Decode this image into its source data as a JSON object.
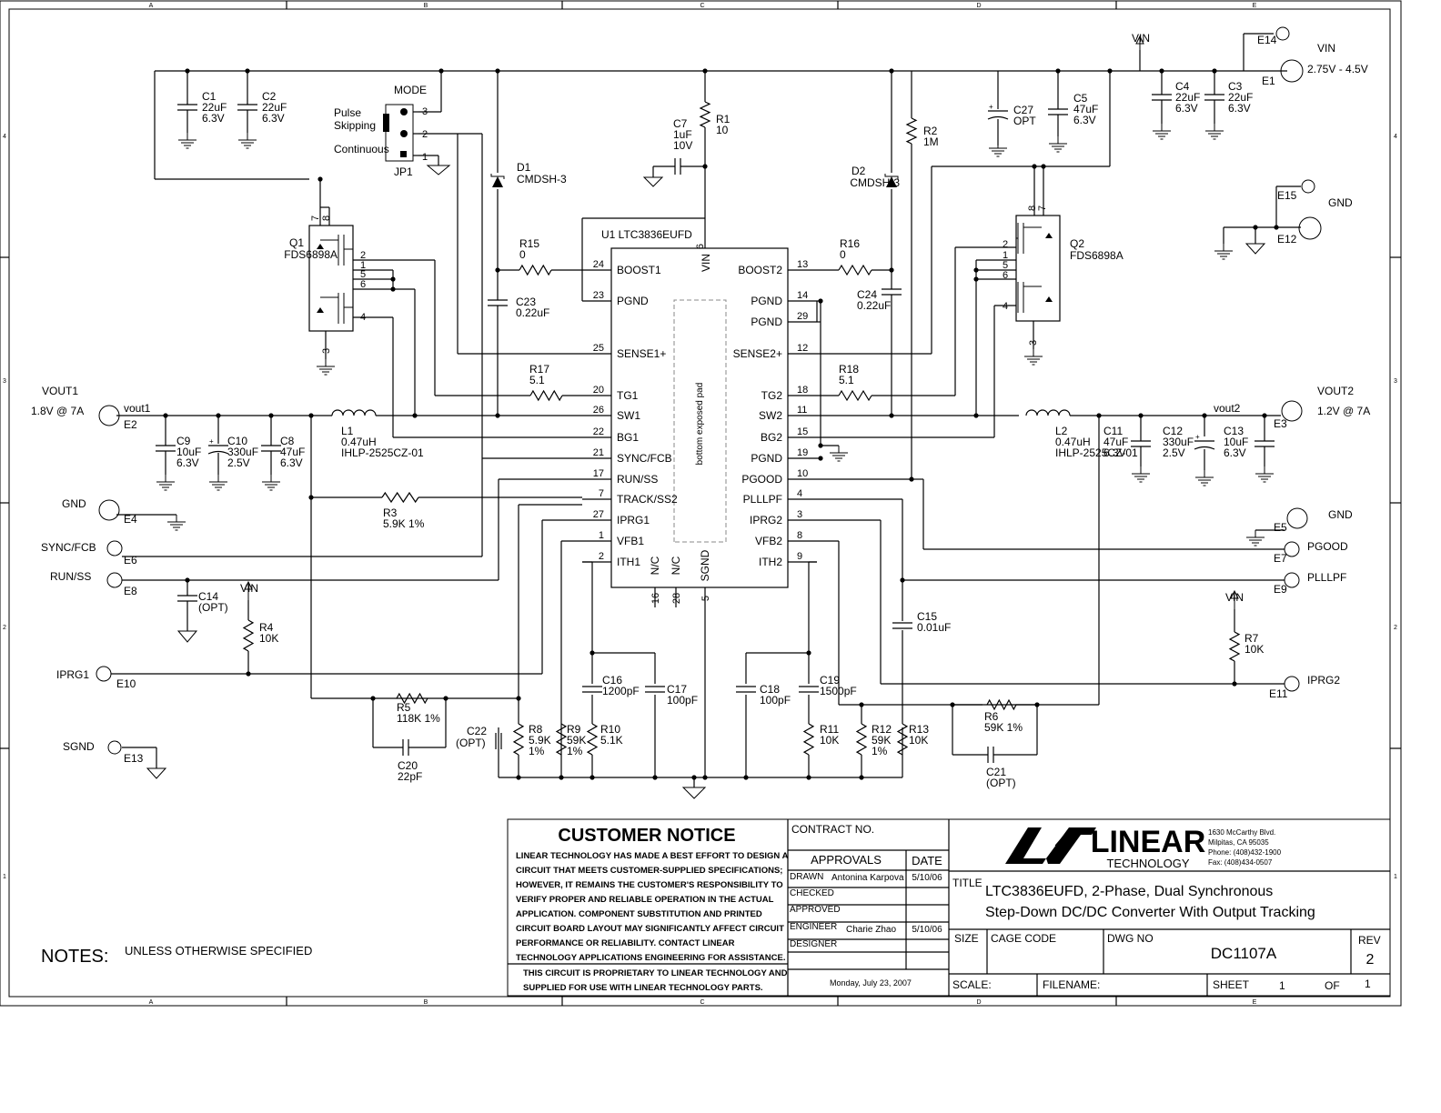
{
  "frame": {
    "cols": [
      "A",
      "B",
      "C",
      "D",
      "E"
    ],
    "rows": [
      "4",
      "3",
      "2",
      "1"
    ]
  },
  "ic": {
    "label": "U1  LTC3836EUFD",
    "exposed_pad": "bottom exposed pad",
    "left_pins": [
      {
        "num": "24",
        "name": "BOOST1"
      },
      {
        "num": "23",
        "name": "PGND"
      },
      {
        "num": "25",
        "name": "SENSE1+"
      },
      {
        "num": "20",
        "name": "TG1"
      },
      {
        "num": "26",
        "name": "SW1"
      },
      {
        "num": "22",
        "name": "BG1"
      },
      {
        "num": "21",
        "name": "SYNC/FCB"
      },
      {
        "num": "17",
        "name": "RUN/SS"
      },
      {
        "num": "7",
        "name": "TRACK/SS2"
      },
      {
        "num": "27",
        "name": "IPRG1"
      },
      {
        "num": "1",
        "name": "VFB1"
      },
      {
        "num": "2",
        "name": "ITH1"
      }
    ],
    "right_pins": [
      {
        "num": "13",
        "name": "BOOST2"
      },
      {
        "num": "14",
        "name": "PGND"
      },
      {
        "num": "29",
        "name": "PGND"
      },
      {
        "num": "12",
        "name": "SENSE2+"
      },
      {
        "num": "18",
        "name": "TG2"
      },
      {
        "num": "11",
        "name": "SW2"
      },
      {
        "num": "15",
        "name": "BG2"
      },
      {
        "num": "19",
        "name": "PGND"
      },
      {
        "num": "10",
        "name": "PGOOD"
      },
      {
        "num": "4",
        "name": "PLLLPF"
      },
      {
        "num": "3",
        "name": "IPRG2"
      },
      {
        "num": "8",
        "name": "VFB2"
      },
      {
        "num": "9",
        "name": "ITH2"
      }
    ],
    "top_pin": {
      "num": "6",
      "name": "VIN"
    },
    "bottom_pins": [
      {
        "num": "16",
        "name": "N/C"
      },
      {
        "num": "28",
        "name": "N/C"
      },
      {
        "num": "5",
        "name": "SGND"
      }
    ]
  },
  "components": [
    {
      "ref": "C1",
      "v1": "22uF",
      "v2": "6.3V"
    },
    {
      "ref": "C2",
      "v1": "22uF",
      "v2": "6.3V"
    },
    {
      "ref": "C7",
      "v1": "1uF",
      "v2": "10V"
    },
    {
      "ref": "R1",
      "v1": "10",
      "v2": ""
    },
    {
      "ref": "R2",
      "v1": "1M",
      "v2": ""
    },
    {
      "ref": "C27",
      "v1": "OPT",
      "v2": ""
    },
    {
      "ref": "C5",
      "v1": "47uF",
      "v2": "6.3V"
    },
    {
      "ref": "C4",
      "v1": "22uF",
      "v2": "6.3V"
    },
    {
      "ref": "C3",
      "v1": "22uF",
      "v2": "6.3V"
    },
    {
      "ref": "D1",
      "v1": "CMDSH-3",
      "v2": ""
    },
    {
      "ref": "D2",
      "v1": "CMDSH-3",
      "v2": ""
    },
    {
      "ref": "Q1",
      "v1": "FDS6898A",
      "v2": ""
    },
    {
      "ref": "Q2",
      "v1": "FDS6898A",
      "v2": ""
    },
    {
      "ref": "R15",
      "v1": "0",
      "v2": ""
    },
    {
      "ref": "R16",
      "v1": "0",
      "v2": ""
    },
    {
      "ref": "C23",
      "v1": "0.22uF",
      "v2": ""
    },
    {
      "ref": "C24",
      "v1": "0.22uF",
      "v2": ""
    },
    {
      "ref": "R17",
      "v1": "5.1",
      "v2": ""
    },
    {
      "ref": "R18",
      "v1": "5.1",
      "v2": ""
    },
    {
      "ref": "L1",
      "v1": "0.47uH",
      "v2": "IHLP-2525CZ-01"
    },
    {
      "ref": "L2",
      "v1": "0.47uH",
      "v2": "IHLP-2525CZ-01"
    },
    {
      "ref": "C9",
      "v1": "10uF",
      "v2": "6.3V"
    },
    {
      "ref": "C10",
      "v1": "330uF",
      "v2": "2.5V"
    },
    {
      "ref": "C8",
      "v1": "47uF",
      "v2": "6.3V"
    },
    {
      "ref": "C11",
      "v1": "47uF",
      "v2": "6.3V"
    },
    {
      "ref": "C12",
      "v1": "330uF",
      "v2": "2.5V"
    },
    {
      "ref": "C13",
      "v1": "10uF",
      "v2": "6.3V"
    },
    {
      "ref": "R3",
      "v1": "5.9K 1%",
      "v2": ""
    },
    {
      "ref": "C14",
      "v1": "(OPT)",
      "v2": ""
    },
    {
      "ref": "R4",
      "v1": "10K",
      "v2": ""
    },
    {
      "ref": "R5",
      "v1": "118K  1%",
      "v2": ""
    },
    {
      "ref": "C20",
      "v1": "22pF",
      "v2": ""
    },
    {
      "ref": "C22",
      "v1": "(OPT)",
      "v2": ""
    },
    {
      "ref": "R8",
      "v1": "5.9K",
      "v2": "1%"
    },
    {
      "ref": "R9",
      "v1": "59K",
      "v2": "1%"
    },
    {
      "ref": "R10",
      "v1": "5.1K",
      "v2": ""
    },
    {
      "ref": "C16",
      "v1": "1200pF",
      "v2": ""
    },
    {
      "ref": "C17",
      "v1": "100pF",
      "v2": ""
    },
    {
      "ref": "C18",
      "v1": "100pF",
      "v2": ""
    },
    {
      "ref": "C19",
      "v1": "1500pF",
      "v2": ""
    },
    {
      "ref": "R11",
      "v1": "10K",
      "v2": ""
    },
    {
      "ref": "R12",
      "v1": "59K",
      "v2": "1%"
    },
    {
      "ref": "R13",
      "v1": "10K",
      "v2": ""
    },
    {
      "ref": "C15",
      "v1": "0.01uF",
      "v2": ""
    },
    {
      "ref": "R6",
      "v1": "59K  1%",
      "v2": ""
    },
    {
      "ref": "C21",
      "v1": "(OPT)",
      "v2": ""
    },
    {
      "ref": "R7",
      "v1": "10K",
      "v2": ""
    }
  ],
  "jumper": {
    "ref": "JP1",
    "title": "MODE",
    "opt1": "Pulse",
    "opt2": "Skipping",
    "opt3": "Continuous",
    "p1": "1",
    "p2": "2",
    "p3": "3"
  },
  "mosfet_pins": {
    "q1": [
      "7",
      "8",
      "2",
      "1",
      "5",
      "6",
      "4",
      "3"
    ],
    "q2": [
      "8",
      "7",
      "2",
      "1",
      "5",
      "6",
      "4",
      "3"
    ]
  },
  "terminals": {
    "vin_label": "VIN",
    "vin_range": "2.75V - 4.5V",
    "e1": "E1",
    "e14": "E14",
    "gnd": "GND",
    "e15": "E15",
    "e12": "E12",
    "vout1": "VOUT1",
    "vout1_spec": "1.8V @ 7A",
    "e2": "E2",
    "net_vout1": "vout1",
    "vout2": "VOUT2",
    "vout2_spec": "1.2V @ 7A",
    "e3": "E3",
    "net_vout2": "vout2",
    "e4": "E4",
    "e5": "E5",
    "sync": "SYNC/FCB",
    "e6": "E6",
    "run": "RUN/SS",
    "e8": "E8",
    "pgood": "PGOOD",
    "e7": "E7",
    "plllpf": "PLLLPF",
    "e9": "E9",
    "iprg1": "IPRG1",
    "e10": "E10",
    "iprg2": "IPRG2",
    "e11": "E11",
    "sgnd": "SGND",
    "e13": "E13",
    "vin": "VIN"
  },
  "notes": {
    "title": "NOTES:",
    "text": "UNLESS OTHERWISE SPECIFIED"
  },
  "title_block": {
    "notice_title": "CUSTOMER NOTICE",
    "notice_lines": [
      "LINEAR TECHNOLOGY HAS MADE A BEST EFFORT TO DESIGN A",
      "CIRCUIT THAT MEETS CUSTOMER-SUPPLIED SPECIFICATIONS;",
      "HOWEVER, IT REMAINS THE CUSTOMER'S RESPONSIBILITY TO",
      "VERIFY PROPER AND RELIABLE OPERATION IN THE ACTUAL",
      "APPLICATION.  COMPONENT SUBSTITUTION AND PRINTED",
      "CIRCUIT BOARD LAYOUT MAY SIGNIFICANTLY AFFECT CIRCUIT",
      "PERFORMANCE OR RELIABILITY.  CONTACT LINEAR",
      "TECHNOLOGY APPLICATIONS ENGINEERING FOR ASSISTANCE."
    ],
    "proprietary_lines": [
      "THIS CIRCUIT IS PROPRIETARY TO LINEAR TECHNOLOGY AND",
      "SUPPLIED FOR USE WITH LINEAR TECHNOLOGY PARTS."
    ],
    "contract": "CONTRACT NO.",
    "approvals": "APPROVALS",
    "date_hdr": "DATE",
    "drawn": "DRAWN",
    "drawn_name": "Antonina Karpova",
    "drawn_date": "5/10/06",
    "checked": "CHECKED",
    "approved": "APPROVED",
    "engineer": "ENGINEER",
    "engineer_name": "Charie Zhao",
    "engineer_date": "5/10/06",
    "designer": "DESIGNER",
    "print_date": "Monday, July 23, 2007",
    "logo_word": "LINEAR",
    "logo_sub": "TECHNOLOGY",
    "address": [
      "1630 McCarthy Blvd.",
      "Milpitas, CA 95035",
      "Phone: (408)432-1900",
      "Fax: (408)434-0507"
    ],
    "title_lbl": "TITLE",
    "title_l1": "LTC3836EUFD, 2-Phase, Dual Synchronous",
    "title_l2": "Step-Down DC/DC Converter With Output Tracking",
    "size": "SIZE",
    "cage": "CAGE CODE",
    "dwg": "DWG NO",
    "dwg_no": "DC1107A",
    "rev": "REV",
    "rev_no": "2",
    "scale": "SCALE:",
    "filename": "FILENAME:",
    "sheet": "SHEET",
    "sheet_no": "1",
    "of": "OF",
    "of_no": "1"
  }
}
